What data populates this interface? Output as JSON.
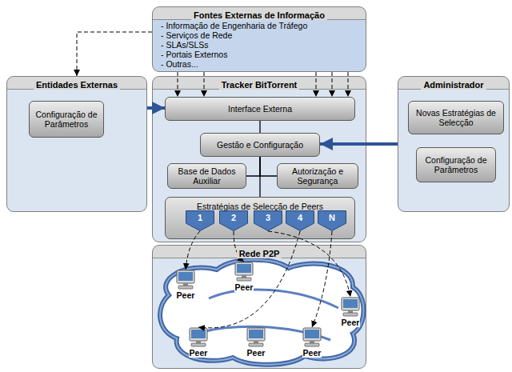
{
  "diagram": {
    "nodes": [
      {
        "text": [
          "Fontes Externas de Informação",
          "- Informação de Engenharia de Tráfego",
          "- Serviços de Rede",
          "- SLAs/SLSs",
          "- Portais Externos",
          "- Outras..."
        ]
      },
      {
        "text": [
          "Entidades Externas"
        ]
      },
      {
        "text": [
          "Configuração de Parâmetros"
        ],
        "in": 1
      },
      {
        "text": [
          "Tracker BitTorrent"
        ]
      },
      {
        "text": [
          "Interface Externa"
        ],
        "in": 3
      },
      {
        "text": [
          "Gestão e Configuração"
        ],
        "in": 3
      },
      {
        "text": [
          "Base de Dados Auxiliar"
        ],
        "in": 3
      },
      {
        "text": [
          "Autorização e Segurança"
        ],
        "in": 3
      },
      {
        "text": [
          "Estratégias de Selecção de Peers"
        ],
        "in": 3
      },
      {
        "text": [
          "1"
        ],
        "in": 8
      },
      {
        "text": [
          "2"
        ],
        "in": 8
      },
      {
        "text": [
          "3"
        ],
        "in": 8
      },
      {
        "text": [
          "4"
        ],
        "in": 8
      },
      {
        "text": [
          "N"
        ],
        "in": 8
      },
      {
        "text": [
          "Administrador"
        ]
      },
      {
        "text": [
          "Novas Estratégias de Selecção"
        ],
        "in": 14
      },
      {
        "text": [
          "Configuração de Parâmetros"
        ],
        "in": 14
      },
      {
        "text": [
          "Rede P2P"
        ]
      },
      {
        "text": [
          "Peer"
        ],
        "in": 17
      },
      {
        "text": [
          "Peer"
        ],
        "in": 17
      },
      {
        "text": [
          "Peer"
        ],
        "in": 17
      },
      {
        "text": [
          "Peer"
        ],
        "in": 17
      },
      {
        "text": [
          "Peer"
        ],
        "in": 17
      },
      {
        "text": [
          "Peer"
        ],
        "in": 17
      }
    ],
    "edges": [
      {
        "from": 0,
        "to": 1,
        "arrow": "to"
      },
      {
        "from": 0,
        "to": 4,
        "arrow": "to"
      },
      {
        "from": 0,
        "to": 4,
        "arrow": "to"
      },
      {
        "from": 0,
        "to": 4,
        "arrow": "to"
      },
      {
        "from": 0,
        "to": 4,
        "arrow": "to"
      },
      {
        "from": 0,
        "to": 4,
        "arrow": "to"
      },
      {
        "from": 1,
        "to": 4,
        "arrow": "to"
      },
      {
        "from": 14,
        "to": 5,
        "arrow": "to"
      },
      {
        "from": 4,
        "to": 5,
        "arrow": "none"
      },
      {
        "from": 5,
        "to": 6,
        "arrow": "none"
      },
      {
        "from": 5,
        "to": 7,
        "arrow": "none"
      },
      {
        "from": 5,
        "to": 8,
        "arrow": "none"
      },
      {
        "from": 9,
        "to": 18,
        "arrow": "to"
      },
      {
        "from": 10,
        "to": 19,
        "arrow": "to"
      },
      {
        "from": 11,
        "to": 20,
        "arrow": "to"
      },
      {
        "from": 12,
        "to": 21,
        "arrow": "to"
      },
      {
        "from": 13,
        "to": 23,
        "arrow": "to"
      }
    ]
  }
}
